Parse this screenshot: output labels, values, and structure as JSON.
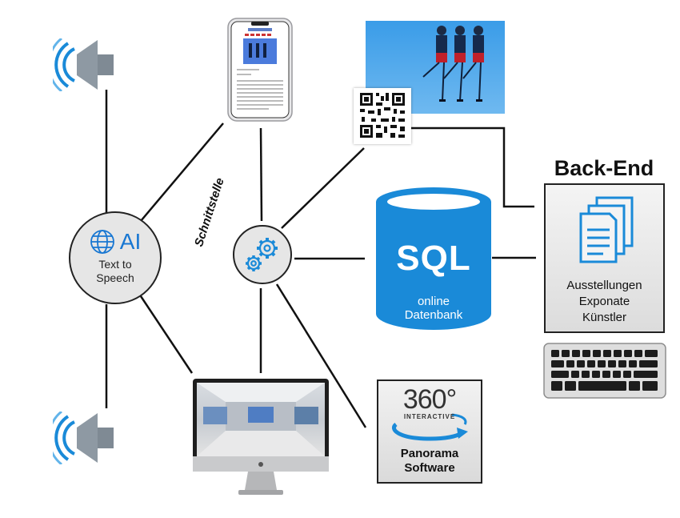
{
  "ai_node": {
    "label": "AI",
    "sub_line1": "Text to",
    "sub_line2": "Speech"
  },
  "interface_label": "Schnittstelle",
  "database": {
    "label": "SQL",
    "sub_line1": "online",
    "sub_line2": "Datenbank"
  },
  "backend": {
    "title": "Back-End",
    "items": [
      "Ausstellungen",
      "Exponate",
      "Künstler"
    ]
  },
  "panorama": {
    "number": "360",
    "degree": "°",
    "tag": "INTERACTIVE",
    "line1": "Panorama",
    "line2": "Software"
  },
  "colors": {
    "accent_blue": "#1a8ad8",
    "speaker_gray": "#7f8a94",
    "line": "#111111"
  },
  "icons": [
    "speaker-icon",
    "globe-icon",
    "gear-icon",
    "document-stack-icon",
    "keyboard-icon",
    "qr-code-icon",
    "smartphone-icon",
    "imac-icon"
  ]
}
